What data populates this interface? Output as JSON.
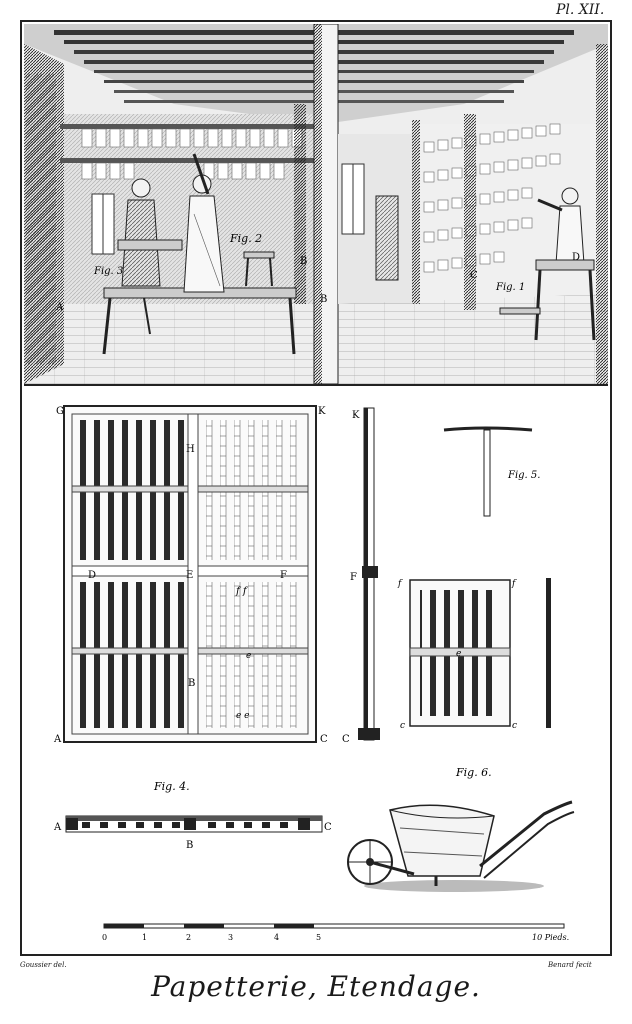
{
  "plate": {
    "number": "Pl. XII."
  },
  "top": {
    "fig2": "Fig. 2",
    "fig3": "Fig. 3",
    "fig1": "Fig. 1",
    "letter_a": "A",
    "letter_b1": "B",
    "letter_b2": "B",
    "letter_c": "C",
    "letter_d": "D"
  },
  "frame": {
    "g": "G",
    "h": "H",
    "k": "K",
    "d": "D",
    "e": "E",
    "f": "F",
    "a": "A",
    "b": "B",
    "c": "C",
    "ff": "f  f",
    "e_small": "e",
    "ee": "e  e"
  },
  "side": {
    "k": "K",
    "f": "F",
    "c": "C"
  },
  "fig5": {
    "label": "Fig. 5."
  },
  "small_frame": {
    "f1": "f",
    "f2": "f",
    "e": "e",
    "c1": "c",
    "c2": "c"
  },
  "fig4": {
    "label": "Fig. 4.",
    "a": "A",
    "b": "B",
    "c": "C"
  },
  "fig6": {
    "label": "Fig. 6."
  },
  "scale": {
    "t0": "0",
    "t1": "1",
    "t2": "2",
    "t3": "3",
    "t4": "4",
    "t5": "5",
    "end": "10 Pieds."
  },
  "credits": {
    "left": "Goussier del.",
    "right": "Benard fecit"
  },
  "title": "Papetterie, Etendage."
}
